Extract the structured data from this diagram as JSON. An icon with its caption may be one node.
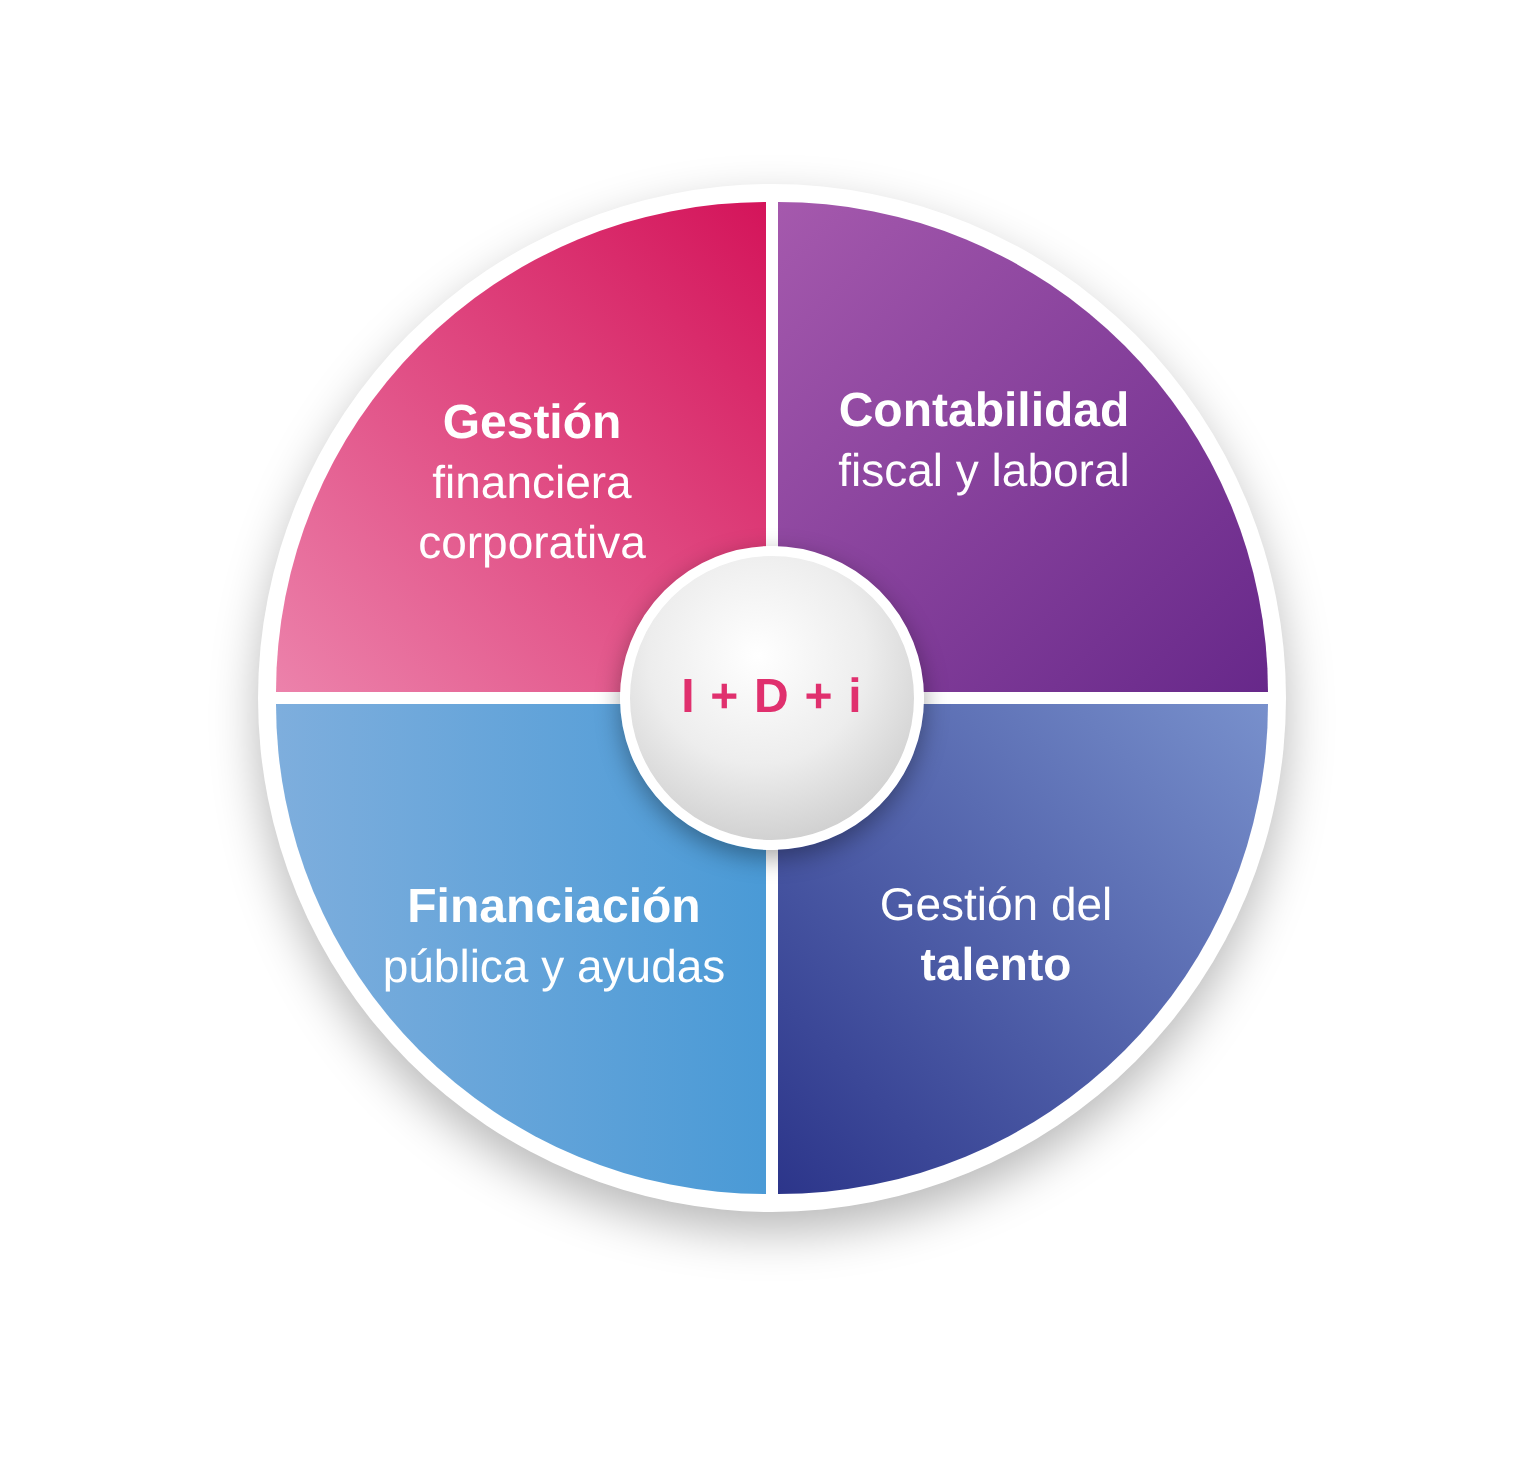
{
  "diagram": {
    "nodes": [
      {
        "text": [
          "Gestión",
          "financiera corporativa"
        ]
      },
      {
        "text": [
          "Contabilidad",
          "fiscal y laboral"
        ]
      },
      {
        "text": [
          "I + D + i"
        ]
      },
      {
        "text": [
          "Financiación",
          "pública y ayudas"
        ]
      },
      {
        "text": [
          "Gestión del **talento**"
        ]
      }
    ]
  }
}
